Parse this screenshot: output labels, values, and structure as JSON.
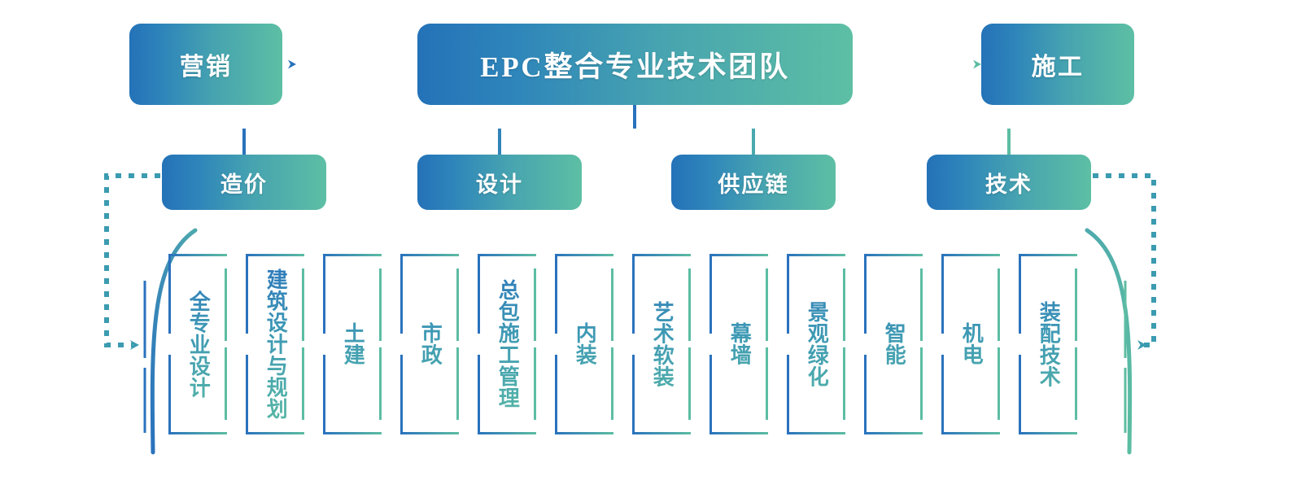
{
  "diagram": {
    "title": "EPC整合专业技术团队",
    "type": "organization-hierarchy",
    "root": {
      "label": "EPC整合专业技术团队"
    },
    "side_nodes": [
      {
        "id": "marketing",
        "label": "营销",
        "side": "left",
        "arrow": "dashed-left"
      },
      {
        "id": "construction",
        "label": "施工",
        "side": "right",
        "arrow": "dashed-right"
      }
    ],
    "branches": [
      {
        "id": "cost",
        "label": "造价"
      },
      {
        "id": "design",
        "label": "设计"
      },
      {
        "id": "supplychain",
        "label": "供应链"
      },
      {
        "id": "technology",
        "label": "技术"
      }
    ],
    "leaves": [
      {
        "id": "full-discipline-design",
        "label": "全专业设计"
      },
      {
        "id": "arch-design-planning",
        "label": "建筑设计与规划"
      },
      {
        "id": "civil-works",
        "label": "土建"
      },
      {
        "id": "municipal",
        "label": "市政"
      },
      {
        "id": "general-contracting-mgmt",
        "label": "总包施工管理"
      },
      {
        "id": "interior-fitout",
        "label": "内装"
      },
      {
        "id": "art-soft-decoration",
        "label": "艺术软装"
      },
      {
        "id": "curtain-wall",
        "label": "幕墙"
      },
      {
        "id": "landscape-greening",
        "label": "景观绿化"
      },
      {
        "id": "intelligent-systems",
        "label": "智能"
      },
      {
        "id": "mep",
        "label": "机电"
      },
      {
        "id": "prefab-technology",
        "label": "装配技术"
      }
    ],
    "colors": {
      "gradient_start": "#2472b8",
      "gradient_end": "#5dbfa4",
      "blue": "#2a72bd",
      "green": "#5cbda2",
      "text_on_node": "#ffffff",
      "background": "#ffffff"
    }
  }
}
